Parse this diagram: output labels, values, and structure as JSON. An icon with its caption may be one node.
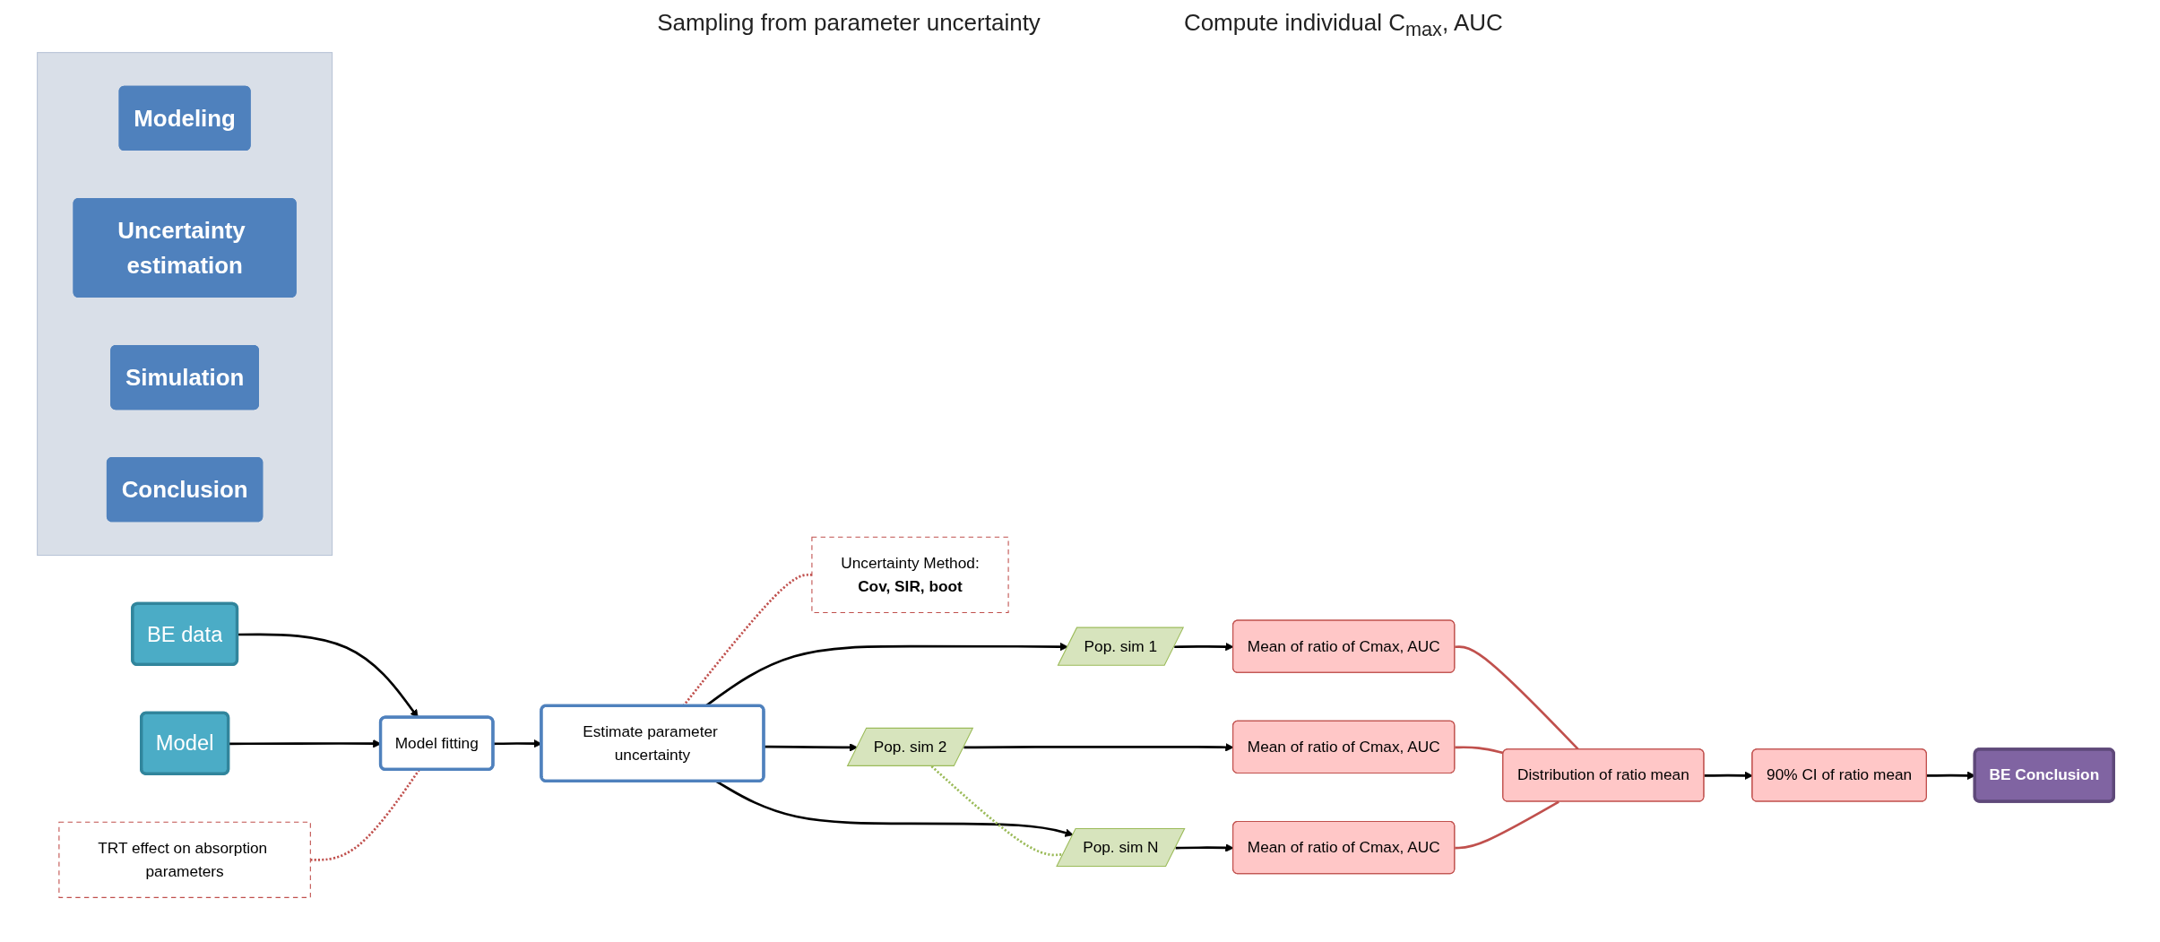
{
  "diagram": {
    "nodes": [
      {
        "text": [
          "BE data"
        ]
      },
      {
        "text": [
          "Model"
        ]
      },
      {
        "text": [
          "TRT effect on absorption parameters"
        ]
      },
      {
        "text": [
          "Model fitting"
        ]
      },
      {
        "text": [
          "Estimate parameter uncertainty"
        ]
      },
      {
        "text": [
          "Uncertainty Method:",
          "Cov, SIR, boot"
        ]
      },
      {
        "text": [
          "Pop. sim 1"
        ]
      },
      {
        "text": [
          "Pop. sim 2"
        ]
      },
      {
        "text": [
          "Pop. sim N"
        ]
      },
      {
        "text": [
          "Mean of ratio of Cmax, AUC"
        ]
      },
      {
        "text": [
          "Mean of ratio of Cmax, AUC"
        ]
      },
      {
        "text": [
          "Mean of ratio of Cmax, AUC"
        ]
      },
      {
        "text": [
          "Distribution of ratio mean"
        ]
      },
      {
        "text": [
          "90% CI of ratio mean"
        ]
      },
      {
        "text": [
          "BE Conclusion"
        ]
      },
      {
        "text": [],
        "shape": "arrow"
      },
      {
        "text": [
          "Modeling"
        ],
        "in": 15
      },
      {
        "text": [
          "Uncertainty estimation"
        ],
        "in": 15
      },
      {
        "text": [
          "Simulation"
        ],
        "in": 15
      },
      {
        "text": [
          "Conclusion"
        ],
        "in": 15
      }
    ],
    "edges": [
      {
        "from": 0,
        "to": 3,
        "arrow": "to"
      },
      {
        "from": 1,
        "to": 3,
        "arrow": "to"
      },
      {
        "from": 2,
        "to": 3,
        "arrow": "none",
        "style": "dashed",
        "color": "#c0504d"
      },
      {
        "from": 3,
        "to": 4,
        "arrow": "to"
      },
      {
        "from": 4,
        "to": 5,
        "arrow": "none",
        "style": "dashed",
        "color": "#c0504d"
      },
      {
        "from": 4,
        "to": 6,
        "arrow": "to"
      },
      {
        "from": 4,
        "to": 7,
        "arrow": "to"
      },
      {
        "from": 4,
        "to": 8,
        "arrow": "to"
      },
      {
        "from": 7,
        "to": 8,
        "arrow": "none",
        "style": "dashed",
        "color": "#9bbb59"
      },
      {
        "from": 6,
        "to": 9,
        "arrow": "to"
      },
      {
        "from": 7,
        "to": 10,
        "arrow": "to"
      },
      {
        "from": 8,
        "to": 11,
        "arrow": "to"
      },
      {
        "from": 9,
        "to": 12,
        "arrow": "none",
        "color": "#c0504d"
      },
      {
        "from": 10,
        "to": 12,
        "arrow": "none",
        "color": "#c0504d"
      },
      {
        "from": 11,
        "to": 12,
        "arrow": "none",
        "color": "#c0504d"
      },
      {
        "from": 12,
        "to": 13,
        "arrow": "to"
      },
      {
        "from": 13,
        "to": 14,
        "arrow": "to"
      }
    ],
    "labels": [
      "Sampling from parameter uncertainty",
      "Compute individual C$_{max}$, AUC"
    ]
  }
}
